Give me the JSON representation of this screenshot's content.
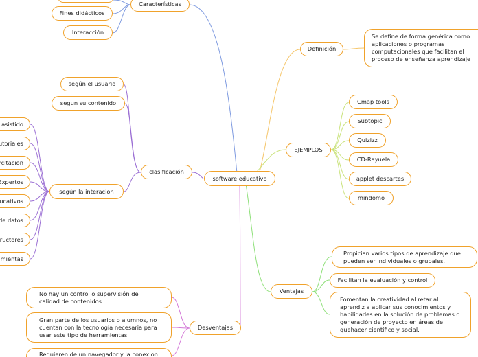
{
  "root": "software educativo",
  "branches": {
    "caracteristicas": {
      "label": "Características",
      "items": [
        "Fines didácticos",
        "Interacción"
      ]
    },
    "clasificacion": {
      "label": "clasificación",
      "items": {
        "segun_usuario": "según el usuario",
        "segun_contenido": "segun su contenido",
        "segun_interaccion": "según la interacion",
        "interaccion_items": [
          "asistido",
          "tutoriales",
          "rcitacion",
          "Expertos",
          "ucativos",
          "de datos",
          "ructores",
          "mientas"
        ]
      }
    },
    "definicion": {
      "label": "Definición",
      "text": "Se define de forma genérica como aplicaciones o programas computacionales que facilitan el proceso de enseñanza aprendizaje"
    },
    "ejemplos": {
      "label": "EJEMPLOS",
      "items": [
        "Cmap tools",
        "Subtopic",
        "Quizizz",
        "CD-Rayuela",
        "applet descartes",
        "mindomo"
      ]
    },
    "ventajas": {
      "label": "Ventajas",
      "items": [
        "Propician varios tipos de aprendizaje que pueden ser individuales o grupales.",
        "Facilitan la evaluación y control",
        "Fomentan la creatividad al retar al aprendiz a aplicar sus conocimientos y habilidades en la solución de problemas o generación de proyecto en áreas de quehacer científico y social."
      ]
    },
    "desventajas": {
      "label": "Desventajas",
      "items": [
        "No hay un control o supervisión de calidad de contenidos",
        "Gran parte de los usuarios o alumnos, no cuentan con la tecnología necesaria para usar este tipo de herramientas",
        "Requieren de un navegador y la conexion a"
      ]
    }
  },
  "colors": {
    "node_border": "#f0a22b",
    "link_caracteristicas": "#7f9be0",
    "link_clasificacion": "#9b6fd4",
    "link_definicion": "#f5c66b",
    "link_ejemplos": "#c9e27a",
    "link_ventajas": "#8fe07a",
    "link_desventajas": "#d47ad8"
  }
}
